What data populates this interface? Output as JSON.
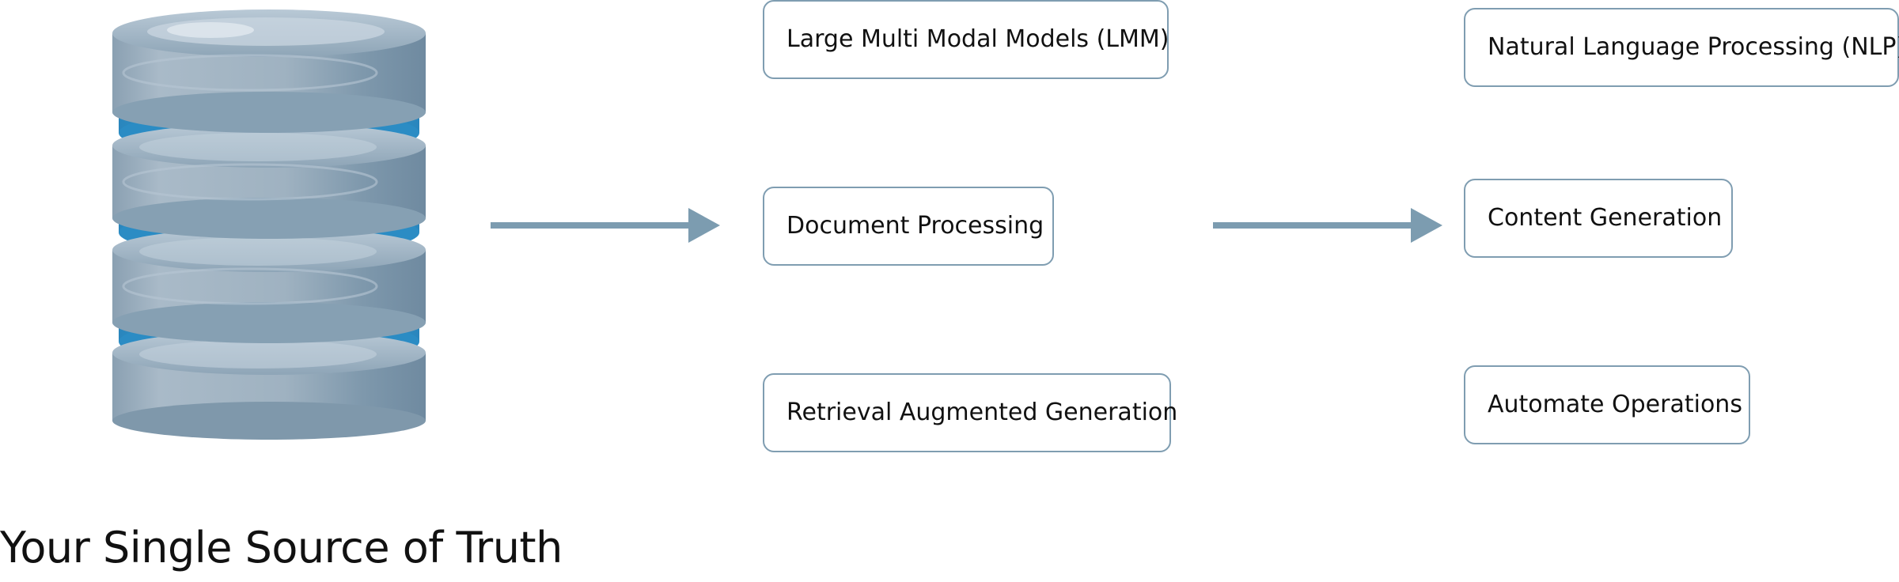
{
  "diagram": {
    "source": {
      "icon": "database-icon",
      "caption": "Your Single Source of Truth"
    },
    "column_1": [
      {
        "label": "Large Multi Modal Models (LMM)"
      },
      {
        "label": "Document Processing"
      },
      {
        "label": "Retrieval Augmented Generation"
      }
    ],
    "column_2": [
      {
        "label": "Natural Language Processing (NLP)"
      },
      {
        "label": "Content Generation"
      },
      {
        "label": "Automate Operations"
      }
    ],
    "colors": {
      "arrow": "#7c9cb0",
      "box_border": "#7f9db1",
      "db_gray": "#8fa7b8",
      "db_blue": "#2f98cf",
      "text": "#111111"
    }
  }
}
